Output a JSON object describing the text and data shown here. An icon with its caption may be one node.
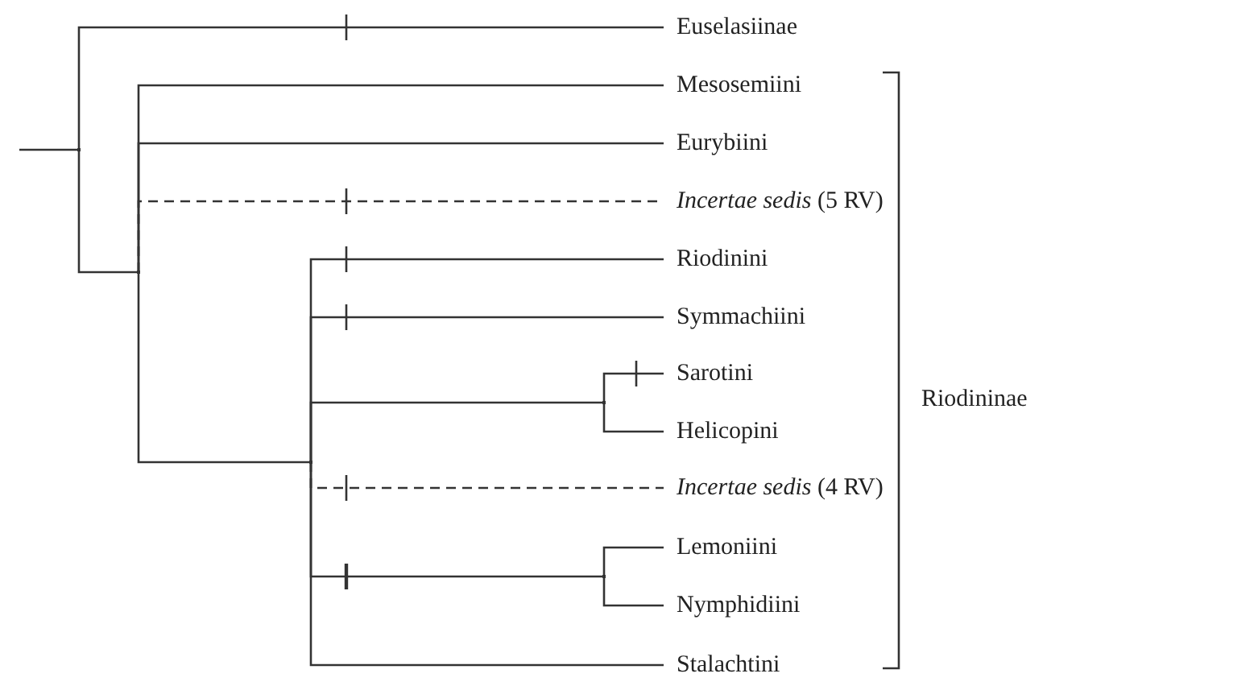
{
  "diagram": {
    "nodes": [
      {
        "text": [],
        "shape": "point"
      },
      {
        "text": [
          "Euselasiinae"
        ]
      },
      {
        "text": [],
        "shape": "point"
      },
      {
        "text": [
          "Mesosemiini"
        ]
      },
      {
        "text": [
          "Eurybiini"
        ]
      },
      {
        "text": [
          "*Incertae sedis* (5 RV)"
        ]
      },
      {
        "text": [],
        "shape": "point"
      },
      {
        "text": [
          "Riodinini"
        ]
      },
      {
        "text": [
          "Symmachiini"
        ]
      },
      {
        "text": [],
        "shape": "point"
      },
      {
        "text": [
          "Sarotini"
        ]
      },
      {
        "text": [
          "Helicopini"
        ]
      },
      {
        "text": [
          "*Incertae sedis* (4 RV)"
        ]
      },
      {
        "text": [],
        "shape": "point"
      },
      {
        "text": [
          "Lemoniini"
        ]
      },
      {
        "text": [
          "Nymphidiini"
        ]
      },
      {
        "text": [
          "Stalachtini"
        ]
      }
    ],
    "edges": [
      {
        "from": null,
        "to": 0,
        "arrow": "none"
      },
      {
        "from": 0,
        "to": 1,
        "arrow": "none"
      },
      {
        "from": 0,
        "to": 2,
        "arrow": "none"
      },
      {
        "from": 2,
        "to": 3,
        "arrow": "none"
      },
      {
        "from": 2,
        "to": 4,
        "arrow": "none"
      },
      {
        "from": 2,
        "to": 5,
        "arrow": "none",
        "style": "dashed"
      },
      {
        "from": 2,
        "to": 6,
        "arrow": "none"
      },
      {
        "from": 6,
        "to": 7,
        "arrow": "none"
      },
      {
        "from": 6,
        "to": 8,
        "arrow": "none"
      },
      {
        "from": 6,
        "to": 9,
        "arrow": "none"
      },
      {
        "from": 9,
        "to": 10,
        "arrow": "none"
      },
      {
        "from": 9,
        "to": 11,
        "arrow": "none"
      },
      {
        "from": 6,
        "to": 12,
        "arrow": "none",
        "style": "dashed"
      },
      {
        "from": 6,
        "to": 13,
        "arrow": "none"
      },
      {
        "from": 13,
        "to": 14,
        "arrow": "none"
      },
      {
        "from": 13,
        "to": 15,
        "arrow": "none"
      },
      {
        "from": 6,
        "to": 16,
        "arrow": "none"
      }
    ],
    "labels": [
      "Riodininae"
    ]
  }
}
